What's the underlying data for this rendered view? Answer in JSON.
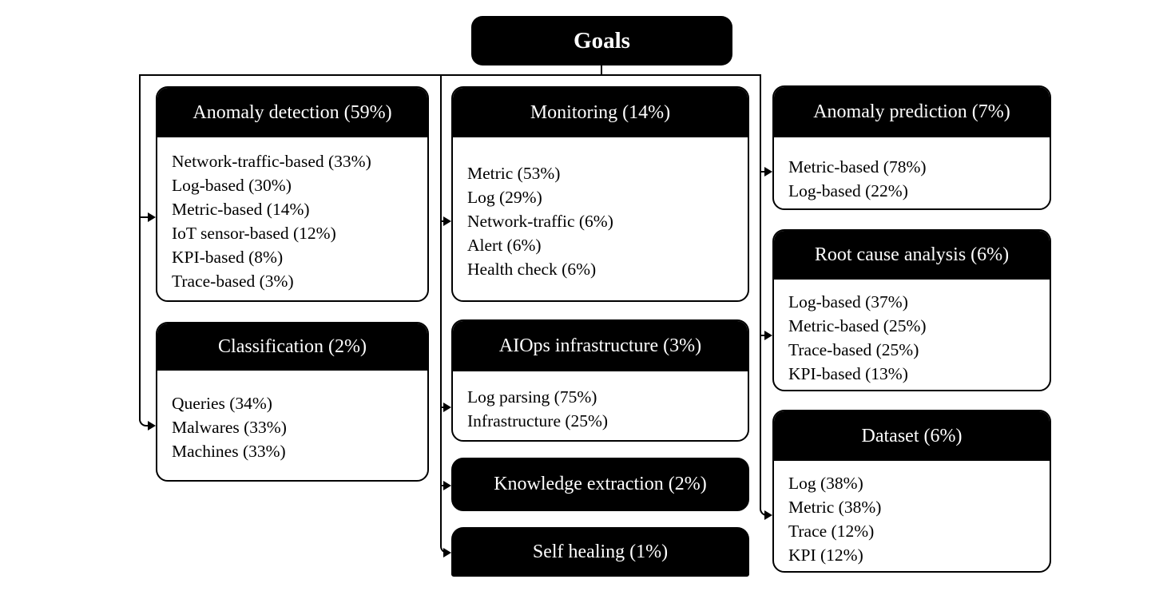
{
  "root": {
    "label": "Goals"
  },
  "boxes": {
    "anomaly_detection": {
      "title": "Anomaly detection (59%)",
      "items": [
        "Network-traffic-based (33%)",
        "Log-based (30%)",
        "Metric-based (14%)",
        "IoT sensor-based (12%)",
        "KPI-based (8%)",
        "Trace-based (3%)"
      ]
    },
    "classification": {
      "title": "Classification (2%)",
      "items": [
        "Queries (34%)",
        "Malwares (33%)",
        "Machines (33%)"
      ]
    },
    "monitoring": {
      "title": "Monitoring (14%)",
      "items": [
        "Metric (53%)",
        "Log (29%)",
        "Network-traffic (6%)",
        "Alert (6%)",
        "Health check (6%)"
      ]
    },
    "aiops_infrastructure": {
      "title": "AIOps infrastructure (3%)",
      "items": [
        "Log parsing (75%)",
        "Infrastructure (25%)"
      ]
    },
    "knowledge_extraction": {
      "title": "Knowledge extraction (2%)"
    },
    "self_healing": {
      "title": "Self healing (1%)"
    },
    "anomaly_prediction": {
      "title": "Anomaly prediction (7%)",
      "items": [
        "Metric-based (78%)",
        "Log-based (22%)"
      ]
    },
    "root_cause_analysis": {
      "title": "Root cause analysis (6%)",
      "items": [
        "Log-based (37%)",
        "Metric-based (25%)",
        "Trace-based (25%)",
        "KPI-based (13%)"
      ]
    },
    "dataset": {
      "title": "Dataset (6%)",
      "items": [
        "Log (38%)",
        "Metric (38%)",
        "Trace (12%)",
        "KPI (12%)"
      ]
    }
  },
  "colors": {
    "header_bg": "#000000",
    "body_bg": "#ffffff",
    "border": "#000000",
    "header_text": "#ffffff",
    "body_text": "#000000"
  }
}
